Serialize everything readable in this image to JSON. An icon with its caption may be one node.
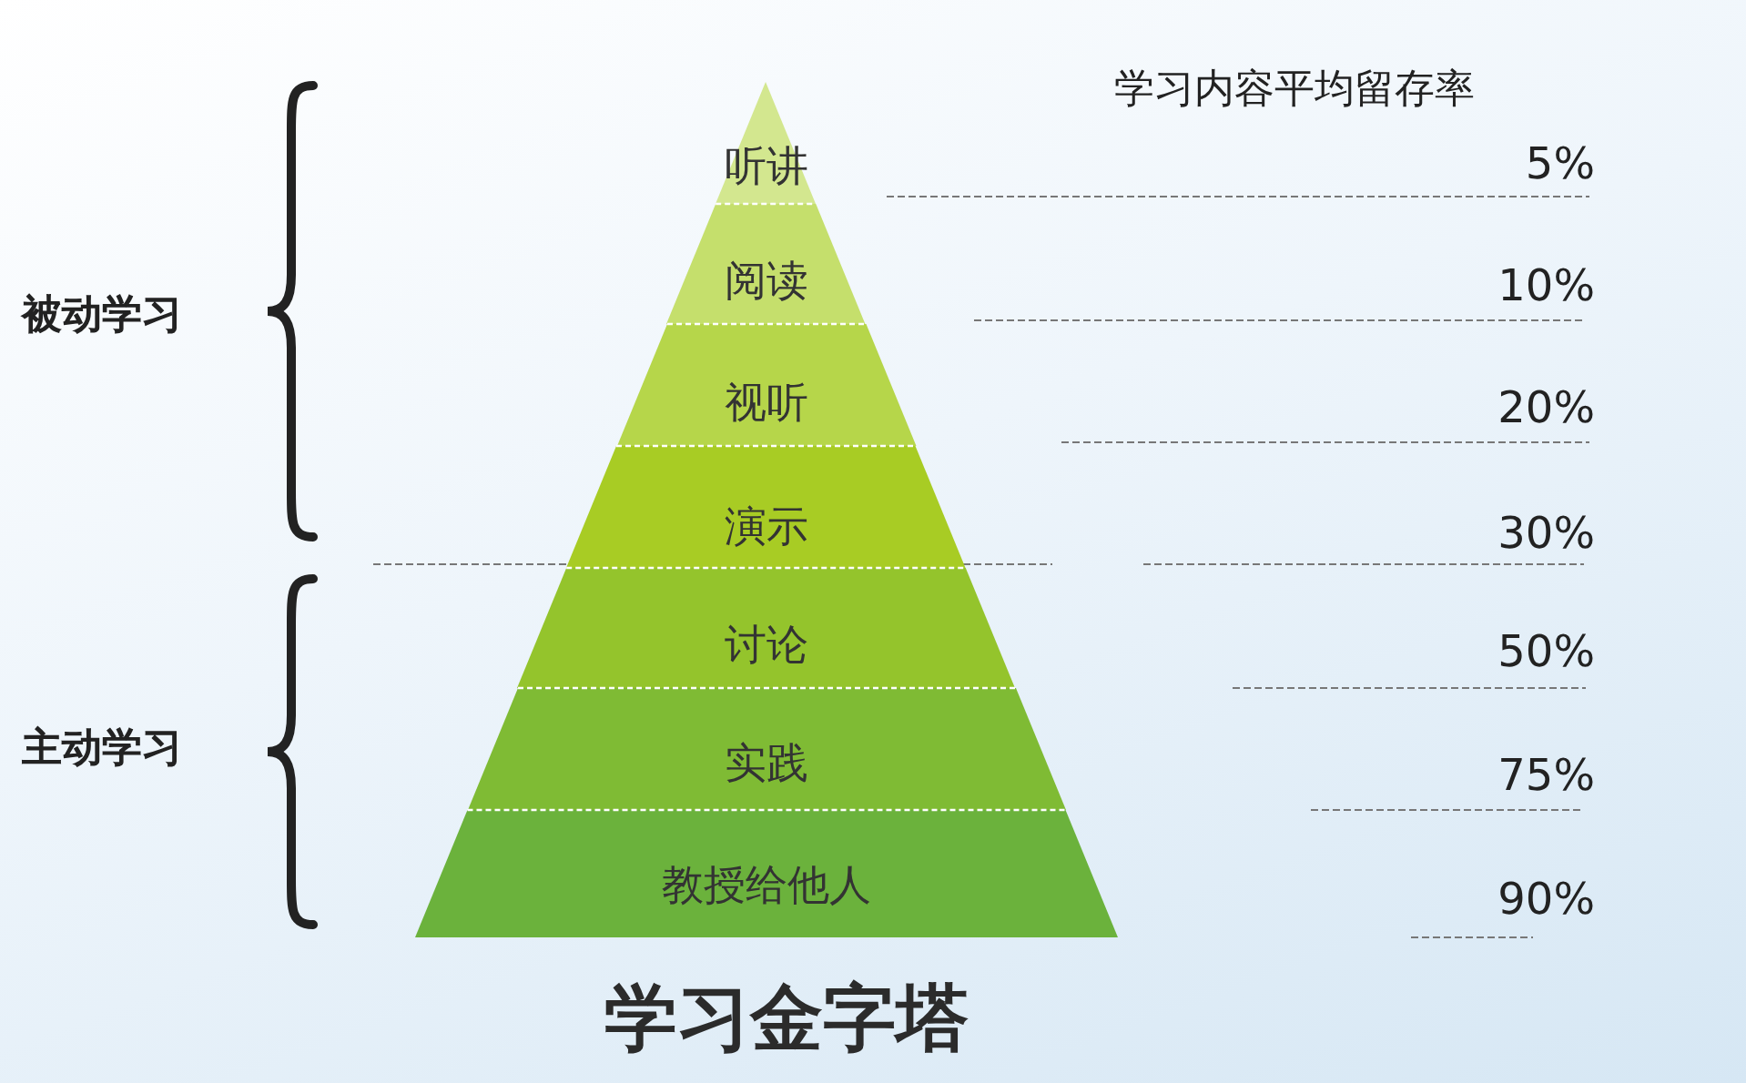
{
  "diagram": {
    "title": "学习金字塔",
    "nodes": [
      {
        "text": [
          "听讲"
        ]
      },
      {
        "text": [
          "阅读"
        ]
      },
      {
        "text": [
          "视听"
        ]
      },
      {
        "text": [
          "演示"
        ]
      },
      {
        "text": [
          "讨论"
        ]
      },
      {
        "text": [
          "实践"
        ]
      },
      {
        "text": [
          "教授给他人"
        ]
      }
    ],
    "edges": [],
    "labels": [
      "学习内容平均留存率",
      "5%",
      "10%",
      "20%",
      "30%",
      "50%",
      "75%",
      "90%",
      "被动学习",
      "主动学习"
    ]
  }
}
